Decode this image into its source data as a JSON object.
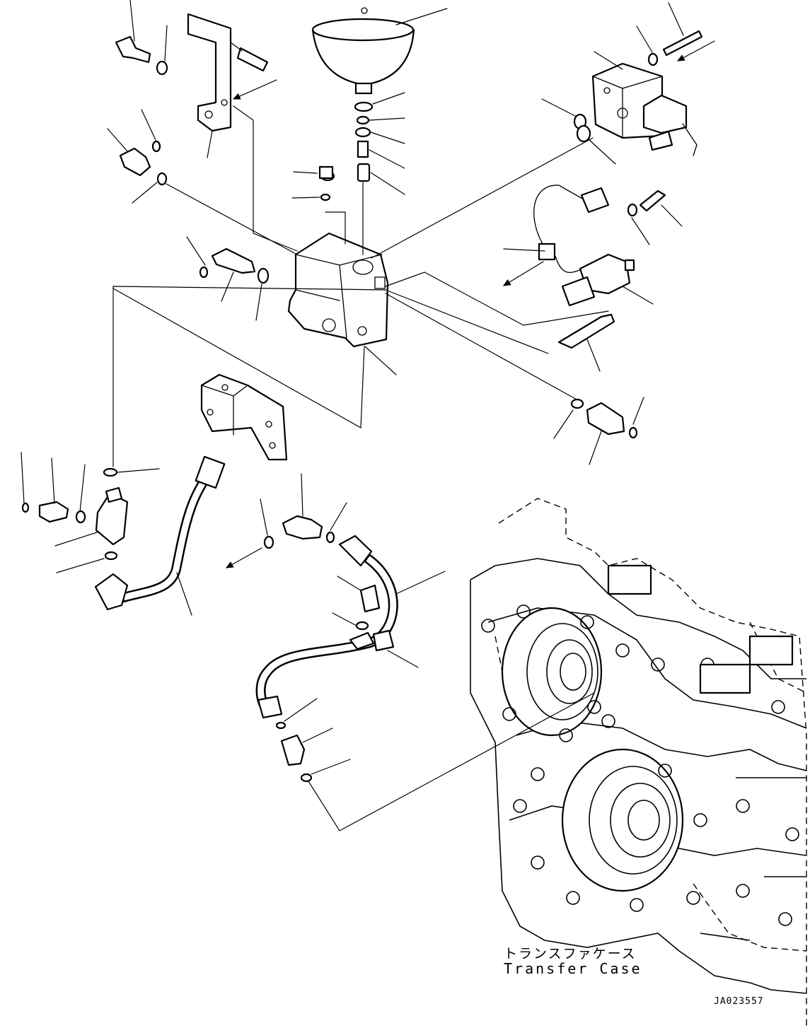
{
  "labels": {
    "assembly_name_ja": "トランスファケース",
    "assembly_name_en": "Transfer Case"
  },
  "drawing_id": "JA023557",
  "parts": [
    "accumulator-sphere",
    "bracket",
    "bolt",
    "washer",
    "elbow-fitting",
    "valve-block",
    "solenoid-valve",
    "pressure-sensor",
    "harness-clip",
    "connector-fitting",
    "hose-left",
    "hose-right",
    "o-ring",
    "transfer-case"
  ]
}
